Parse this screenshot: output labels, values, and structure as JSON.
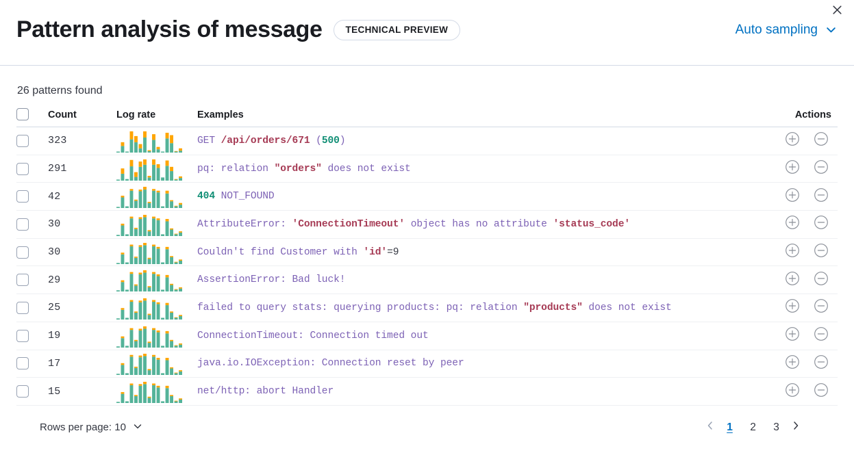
{
  "header": {
    "title": "Pattern analysis of message",
    "badge": "TECHNICAL PREVIEW",
    "sampling_label": "Auto sampling",
    "close_icon": "close-icon",
    "chevron_icon": "chevron-down-icon"
  },
  "summary": {
    "patterns_found": "26 patterns found"
  },
  "table": {
    "columns": {
      "count": "Count",
      "log_rate": "Log rate",
      "examples": "Examples",
      "actions": "Actions"
    },
    "rows": [
      {
        "count": "323",
        "example_plain": "GET /api/orders/671 (500)",
        "tokens": [
          {
            "t": "GET ",
            "c": "kw"
          },
          {
            "t": "/api/orders/671",
            "c": "str"
          },
          {
            "t": " (",
            "c": "kw"
          },
          {
            "t": "500",
            "c": "num"
          },
          {
            "t": ")",
            "c": "kw"
          }
        ],
        "sparkline": {
          "green": [
            2,
            14,
            2,
            28,
            22,
            9,
            32,
            3,
            27,
            7,
            2,
            30,
            20,
            2,
            4
          ],
          "orange": [
            0,
            8,
            0,
            17,
            13,
            9,
            13,
            2,
            12,
            5,
            0,
            12,
            17,
            1,
            5
          ]
        }
      },
      {
        "count": "291",
        "example_plain": "pq: relation \"orders\" does not exist",
        "tokens": [
          {
            "t": "pq: relation ",
            "c": "kw"
          },
          {
            "t": "\"orders\"",
            "c": "str"
          },
          {
            "t": " does not exist",
            "c": "kw"
          }
        ],
        "sparkline": {
          "green": [
            2,
            13,
            3,
            27,
            7,
            26,
            30,
            6,
            30,
            24,
            6,
            28,
            18,
            2,
            5
          ],
          "orange": [
            0,
            10,
            0,
            12,
            9,
            10,
            10,
            3,
            10,
            7,
            0,
            10,
            8,
            1,
            3
          ]
        }
      },
      {
        "count": "42",
        "example_plain": "404 NOT_FOUND",
        "tokens": [
          {
            "t": "404",
            "c": "num"
          },
          {
            "t": " NOT_FOUND",
            "c": "kw"
          }
        ],
        "sparkline": {
          "green": [
            2,
            19,
            3,
            31,
            13,
            30,
            33,
            9,
            31,
            28,
            3,
            26,
            12,
            3,
            6
          ],
          "orange": [
            0,
            3,
            0,
            3,
            2,
            3,
            5,
            2,
            3,
            3,
            0,
            5,
            2,
            1,
            3
          ]
        }
      },
      {
        "count": "30",
        "example_plain": "AttributeError: 'ConnectionTimeout' object has no attribute 'status_code'",
        "tokens": [
          {
            "t": "AttributeError: ",
            "c": "kw"
          },
          {
            "t": "'ConnectionTimeout'",
            "c": "str"
          },
          {
            "t": " object has no attribute ",
            "c": "kw"
          },
          {
            "t": "'status_code'",
            "c": "str"
          }
        ],
        "sparkline": {
          "green": [
            2,
            18,
            3,
            30,
            12,
            29,
            32,
            8,
            30,
            27,
            3,
            25,
            11,
            3,
            6
          ],
          "orange": [
            0,
            3,
            0,
            3,
            2,
            3,
            4,
            2,
            3,
            3,
            0,
            4,
            2,
            1,
            2
          ]
        }
      },
      {
        "count": "30",
        "example_plain": "Couldn't find Customer with 'id'=9",
        "tokens": [
          {
            "t": "Couldn't find Customer with ",
            "c": "kw"
          },
          {
            "t": "'id'",
            "c": "str"
          },
          {
            "t": "=9",
            "c": "pl"
          }
        ],
        "sparkline": {
          "green": [
            2,
            17,
            3,
            31,
            11,
            30,
            33,
            9,
            31,
            27,
            3,
            26,
            12,
            3,
            6
          ],
          "orange": [
            0,
            3,
            0,
            3,
            2,
            3,
            4,
            2,
            3,
            3,
            0,
            4,
            2,
            1,
            2
          ]
        }
      },
      {
        "count": "29",
        "example_plain": "AssertionError: Bad luck!",
        "tokens": [
          {
            "t": "AssertionError: Bad luck!",
            "c": "kw"
          }
        ],
        "sparkline": {
          "green": [
            2,
            16,
            3,
            30,
            10,
            29,
            32,
            7,
            30,
            26,
            3,
            24,
            11,
            3,
            5
          ],
          "orange": [
            0,
            3,
            0,
            3,
            2,
            3,
            4,
            2,
            3,
            3,
            0,
            4,
            2,
            1,
            2
          ]
        }
      },
      {
        "count": "25",
        "example_plain": "failed to query stats: querying products: pq: relation \"products\" does not exist",
        "tokens": [
          {
            "t": "failed to query stats: querying products: pq: relation ",
            "c": "kw"
          },
          {
            "t": "\"products\"",
            "c": "str"
          },
          {
            "t": " does not exist",
            "c": "kw"
          }
        ],
        "sparkline": {
          "green": [
            2,
            17,
            3,
            31,
            12,
            30,
            33,
            8,
            31,
            27,
            3,
            25,
            12,
            3,
            6
          ],
          "orange": [
            0,
            3,
            0,
            3,
            2,
            3,
            4,
            2,
            3,
            3,
            0,
            4,
            2,
            1,
            2
          ]
        }
      },
      {
        "count": "19",
        "example_plain": "ConnectionTimeout: Connection timed out",
        "tokens": [
          {
            "t": "ConnectionTimeout: Connection timed out",
            "c": "kw"
          }
        ],
        "sparkline": {
          "green": [
            2,
            16,
            3,
            30,
            11,
            29,
            32,
            8,
            30,
            26,
            3,
            24,
            11,
            3,
            5
          ],
          "orange": [
            0,
            3,
            0,
            3,
            2,
            3,
            4,
            2,
            3,
            3,
            0,
            4,
            2,
            1,
            2
          ]
        }
      },
      {
        "count": "17",
        "example_plain": "java.io.IOException: Connection reset by peer",
        "tokens": [
          {
            "t": "java.io.IOException: Connection reset by peer",
            "c": "kw"
          }
        ],
        "sparkline": {
          "green": [
            2,
            17,
            3,
            31,
            12,
            30,
            32,
            8,
            31,
            26,
            3,
            25,
            11,
            3,
            6
          ],
          "orange": [
            0,
            3,
            0,
            3,
            2,
            3,
            4,
            2,
            3,
            3,
            0,
            4,
            2,
            1,
            2
          ]
        }
      },
      {
        "count": "15",
        "example_plain": "net/http: abort Handler",
        "tokens": [
          {
            "t": "net/http: abort Handler",
            "c": "kw"
          }
        ],
        "sparkline": {
          "green": [
            2,
            16,
            3,
            31,
            12,
            30,
            33,
            9,
            31,
            27,
            3,
            26,
            12,
            3,
            6
          ],
          "orange": [
            0,
            3,
            0,
            3,
            2,
            3,
            4,
            2,
            3,
            3,
            0,
            4,
            2,
            1,
            2
          ]
        }
      }
    ],
    "action_icons": {
      "add": "plus-circle-icon",
      "remove": "minus-circle-icon"
    }
  },
  "footer": {
    "rows_per_page": "Rows per page: 10",
    "pages": [
      "1",
      "2",
      "3"
    ],
    "active_page": "1",
    "prev_icon": "chevron-left-icon",
    "next_icon": "chevron-right-icon"
  },
  "colors": {
    "accent": "#0071c2",
    "spark_green": "#54b399",
    "spark_orange": "#ffa500",
    "border": "#d3dae6"
  }
}
